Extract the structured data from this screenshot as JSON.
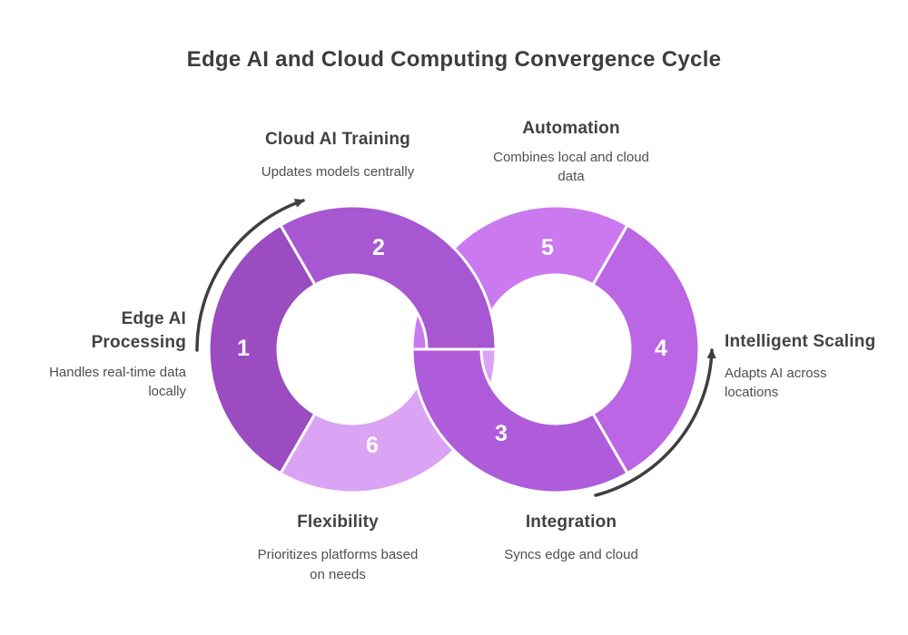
{
  "title": "Edge AI and Cloud Computing Convergence Cycle",
  "colors": {
    "segment_1": "#9a4cc0",
    "segment_2": "#a757d1",
    "segment_3": "#af5cda",
    "segment_4": "#bb66e4",
    "segment_5": "#ca79ef",
    "segment_6": "#dba3f3",
    "arrow": "#3f3f3f",
    "number_text": "#ffffff"
  },
  "segments": [
    {
      "number": "1",
      "title_lines": [
        "Edge AI",
        "Processing"
      ],
      "desc_lines": [
        "Handles real-time data",
        "locally"
      ]
    },
    {
      "number": "2",
      "title_lines": [
        "Cloud AI Training"
      ],
      "desc_lines": [
        "Updates models centrally"
      ]
    },
    {
      "number": "3",
      "title_lines": [
        "Integration"
      ],
      "desc_lines": [
        "Syncs edge and cloud"
      ]
    },
    {
      "number": "4",
      "title_lines": [
        "Intelligent Scaling"
      ],
      "desc_lines": [
        "Adapts AI across",
        "locations"
      ]
    },
    {
      "number": "5",
      "title_lines": [
        "Automation"
      ],
      "desc_lines": [
        "Combines local and cloud",
        "data"
      ]
    },
    {
      "number": "6",
      "title_lines": [
        "Flexibility"
      ],
      "desc_lines": [
        "Prioritizes platforms based",
        "on needs"
      ]
    }
  ]
}
